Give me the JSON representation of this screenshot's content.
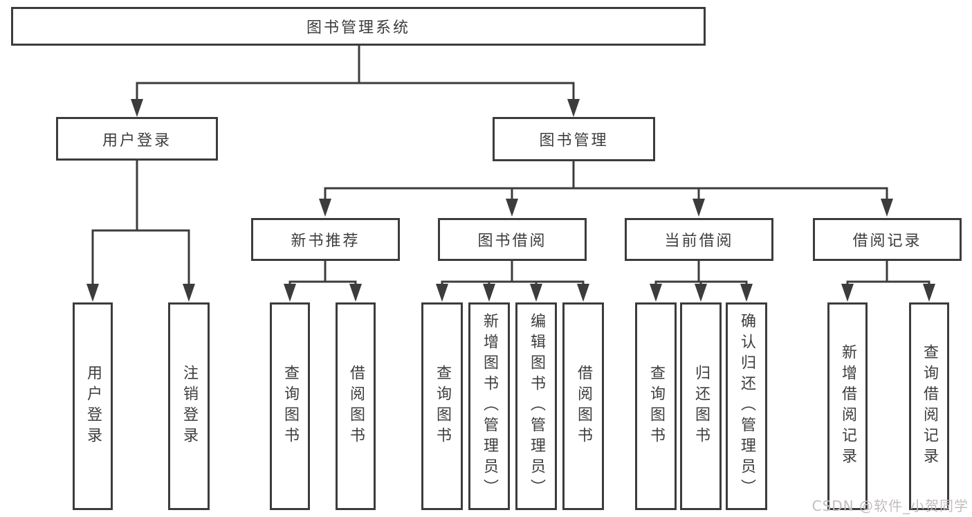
{
  "diagram": {
    "title": "图书管理系统",
    "nodes": {
      "root": "图书管理系统",
      "user_login": "用户登录",
      "book_mgmt": "图书管理",
      "new_book": "新书推荐",
      "book_borrow": "图书借阅",
      "current_borrow": "当前借阅",
      "borrow_record": "借阅记录",
      "leaf_user_login": "用户登录",
      "leaf_logout": "注销登录",
      "leaf_nb_query": "查询图书",
      "leaf_nb_borrow": "借阅图书",
      "leaf_bb_query": "查询图书",
      "leaf_bb_add": "新增图书（管理员）",
      "leaf_bb_edit": "编辑图书（管理员）",
      "leaf_bb_borrow": "借阅图书",
      "leaf_cb_query": "查询图书",
      "leaf_cb_return": "归还图书",
      "leaf_cb_confirm": "确认归还（管理员）",
      "leaf_br_add": "新增借阅记录",
      "leaf_br_query": "查询借阅记录"
    },
    "hierarchy": {
      "图书管理系统": {
        "用户登录": [
          "用户登录",
          "注销登录"
        ],
        "图书管理": {
          "新书推荐": [
            "查询图书",
            "借阅图书"
          ],
          "图书借阅": [
            "查询图书",
            "新增图书（管理员）",
            "编辑图书（管理员）",
            "借阅图书"
          ],
          "当前借阅": [
            "查询图书",
            "归还图书",
            "确认归还（管理员）"
          ],
          "借阅记录": [
            "新增借阅记录",
            "查询借阅记录"
          ]
        }
      }
    }
  },
  "watermark": "CSDN @软件_小贺同学",
  "colors": {
    "line": "#3c3c3c",
    "text": "#3d3d3d",
    "watermark": "#c3bdbd",
    "background": "#ffffff"
  }
}
